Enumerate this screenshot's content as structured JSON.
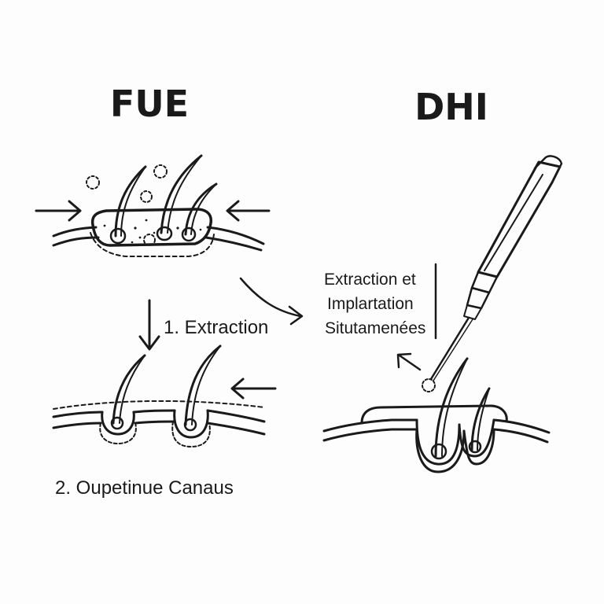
{
  "titles": {
    "left": "FUE",
    "right": "DHI"
  },
  "labels": {
    "step1": "1. Extraction",
    "step2": "2. Oupetinue Canaus",
    "dhi_line1": "Extraction et",
    "dhi_line2": "Implartation",
    "dhi_line3": "Situtamenées"
  },
  "colors": {
    "ink": "#1a1a1a",
    "background": "#fdfdfd"
  }
}
